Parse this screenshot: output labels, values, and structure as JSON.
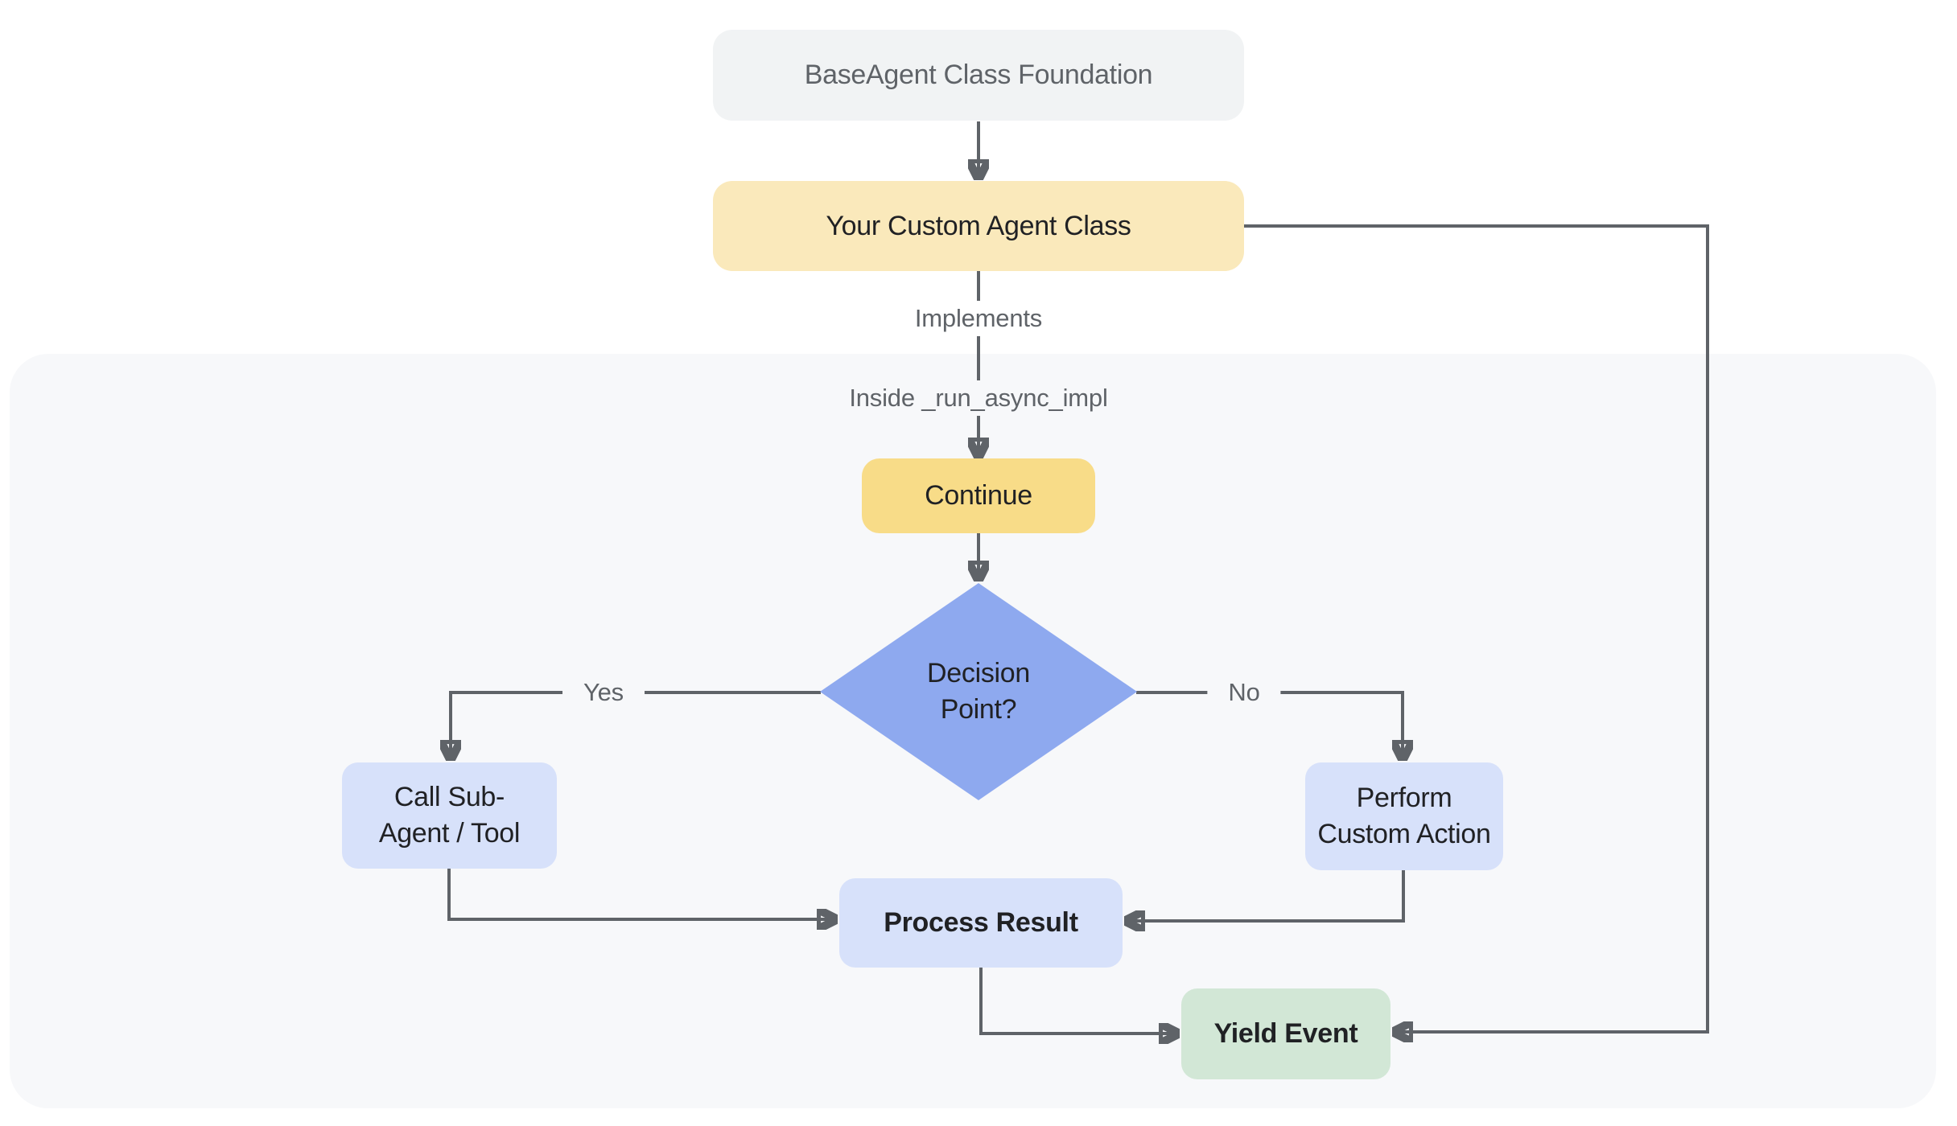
{
  "nodes": {
    "base_agent": {
      "label": "BaseAgent Class Foundation"
    },
    "custom_agent": {
      "label": "Your Custom Agent Class"
    },
    "continue_step": {
      "label": "Continue"
    },
    "decision": {
      "label": "Decision\nPoint?"
    },
    "call_sub_agent": {
      "label": "Call Sub-\nAgent / Tool"
    },
    "perform_custom_action": {
      "label": "Perform\nCustom Action"
    },
    "process_result": {
      "label": "Process Result"
    },
    "yield_event": {
      "label": "Yield Event"
    }
  },
  "edge_labels": {
    "implements": "Implements",
    "inside_run_async_impl": "Inside _run_async_impl",
    "yes": "Yes",
    "no": "No"
  },
  "palette": {
    "node_gray": "#F1F3F4",
    "node_yellow_light": "#FAE9BB",
    "node_yellow": "#F8DC88",
    "node_blue": "#D7E1FA",
    "diamond_blue": "#8EA9EF",
    "node_green": "#D2E7D6",
    "connector_gray": "#5F6368",
    "container_bg": "#F7F8FA",
    "text_dark": "#202124",
    "text_gray": "#5F6368"
  }
}
